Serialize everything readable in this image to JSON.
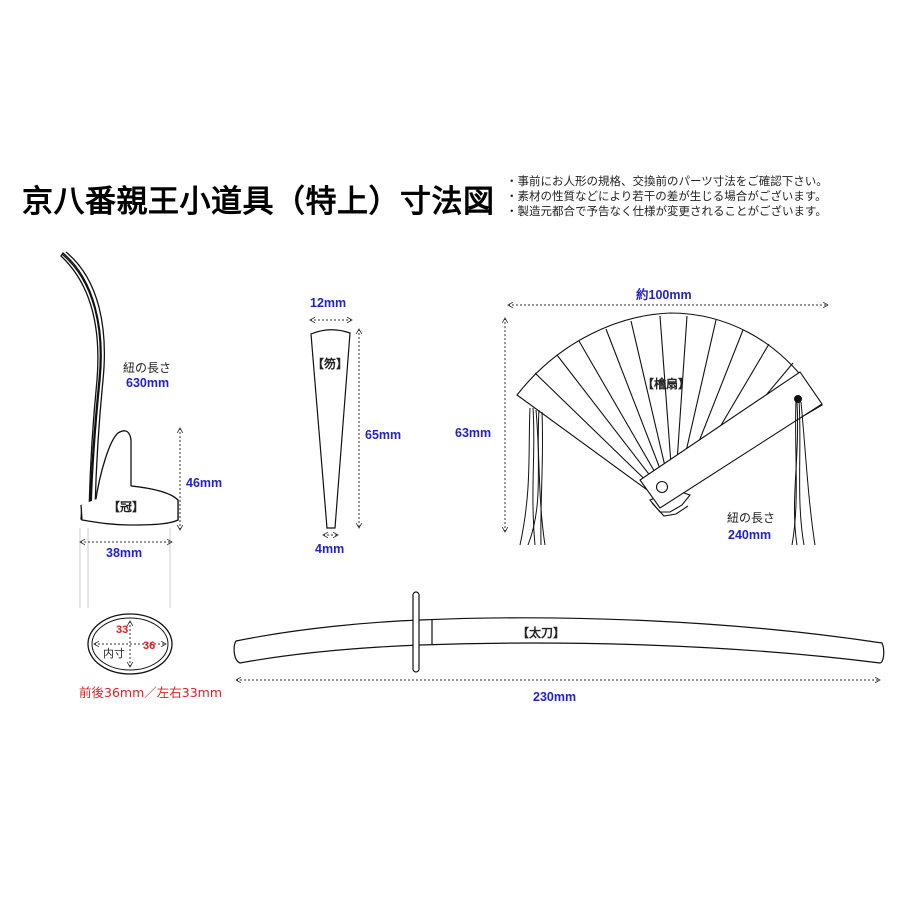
{
  "title": "京八番親王小道具（特上）寸法図",
  "notes": [
    "・事前にお人形の規格、交換前のパーツ寸法をご確認下さい。",
    "・素材の性質などにより若干の差が生じる場合がございます。",
    "・製造元都合で予告なく仕様が変更されることがございます。"
  ],
  "colors": {
    "dimension_text": "#2222cc",
    "inner_size_text": "#e02020",
    "line": "#111111"
  },
  "kanmuri": {
    "label": "【冠】",
    "cord_caption": "紐の長さ",
    "cord_length": "630mm",
    "height": "46mm",
    "width": "38mm",
    "inner": {
      "label": "内寸",
      "lr": "33",
      "fb": "36",
      "summary": "前後36mm／左右33mm"
    }
  },
  "shaku": {
    "label": "【笏】",
    "top_width": "12mm",
    "length": "65mm",
    "bottom_width": "4mm"
  },
  "hiougi": {
    "label": "【檜扇】",
    "width": "約100mm",
    "height": "63mm",
    "cord_caption": "紐の長さ",
    "cord_length": "240mm"
  },
  "tachi": {
    "label": "【太刀】",
    "length": "230mm"
  }
}
